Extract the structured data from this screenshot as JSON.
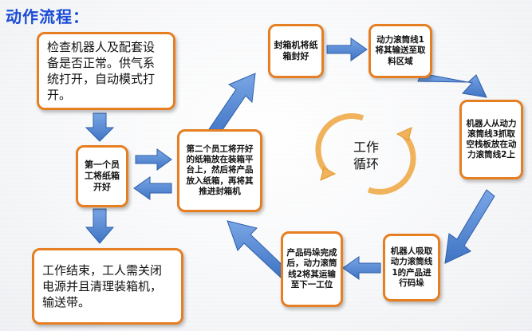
{
  "title": "动作流程：",
  "boxes": {
    "check": "检查机器人及配套设备是否正常。供气系统打开，自动模式打开。",
    "first_worker": "第一个员工将纸箱开好",
    "second_worker": "第二个员工将开好的纸箱放在装箱平台上，然后将产品放入纸箱，再将其推进封箱机",
    "seal": "封箱机将纸箱封好",
    "conveyor1": "动力滚筒线1将其输送至取料区域",
    "robot_take_board": "机器人从动力滚筒线3抓取空栈板放在动力滚筒线2上",
    "robot_stack": "机器人吸取动力滚筒线1的产品进行码垛",
    "pallet_done": "产品码垛完成后，动力滚筒线2将其运输至下一工位",
    "end_work": "工作结束，工人需关闭电源并且清理装箱机，输送带。"
  },
  "cycle_label_1": "工作",
  "cycle_label_2": "循环",
  "colors": {
    "title": "#1a4bd6",
    "box_border": "#e67e22",
    "arrow_fill": "#5b8dd6",
    "arrow_stroke": "#2e5fa8",
    "cycle_orange": "#f0b25a"
  }
}
